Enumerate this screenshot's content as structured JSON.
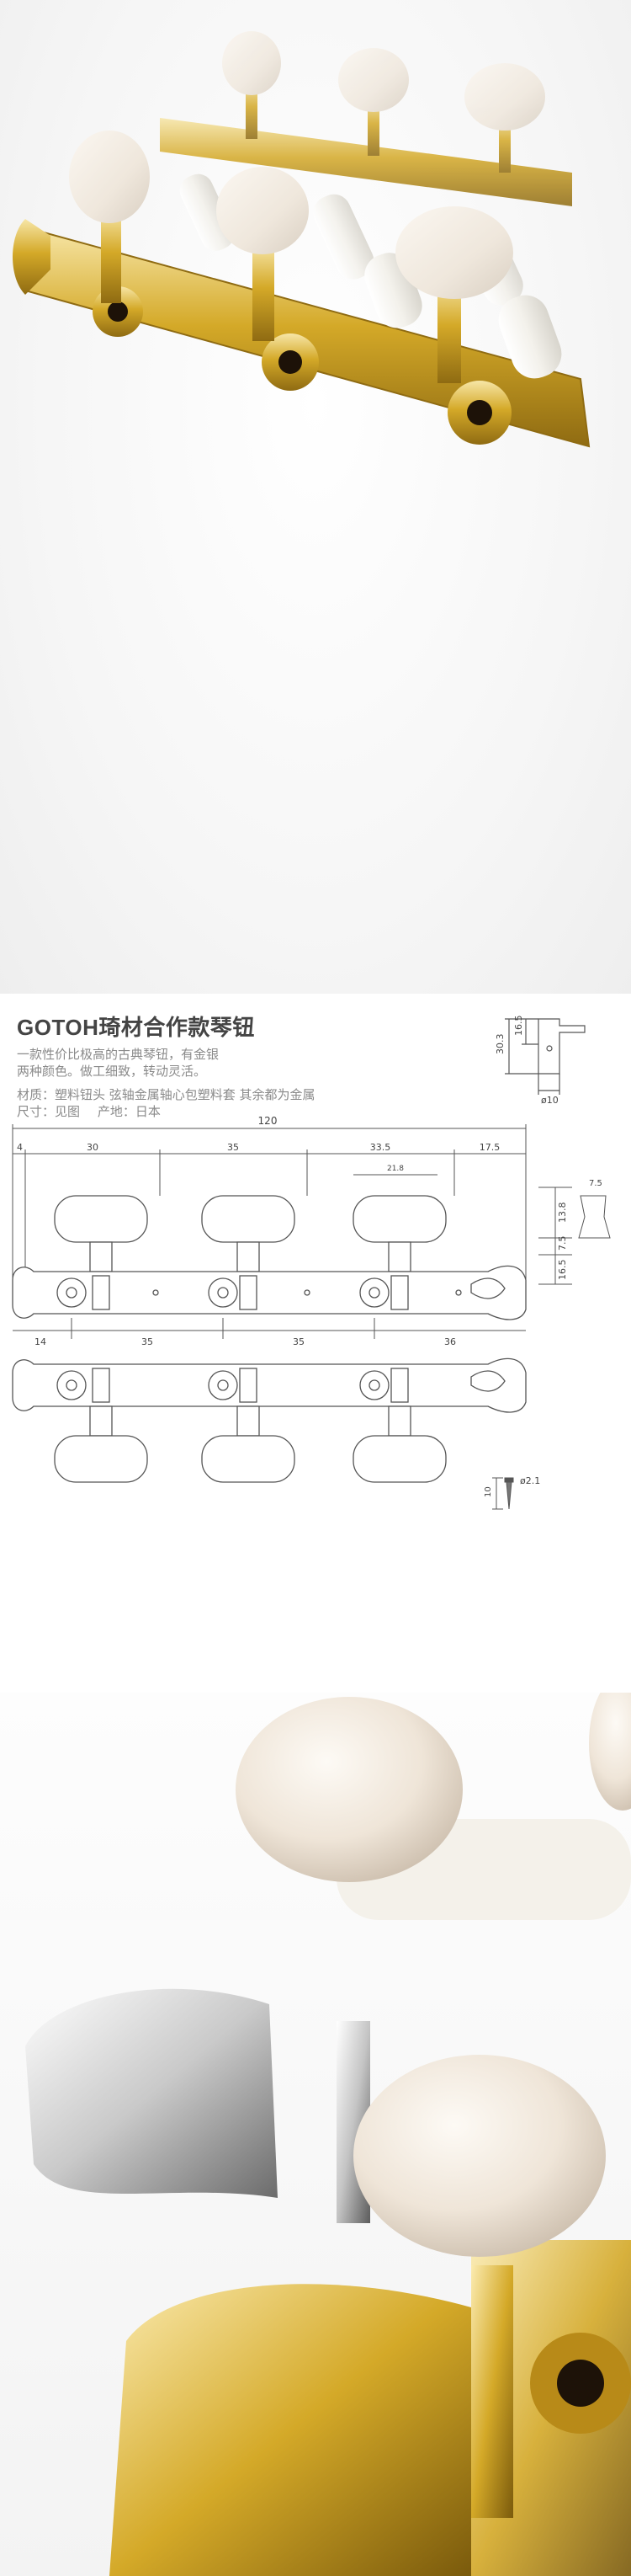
{
  "product": {
    "title": "GOTOH琦材合作款琴钮",
    "description": [
      "一款性价比极高的古典琴钮，有金银",
      "两种颜色。做工细致，转动灵活。"
    ],
    "material_label": "材质：",
    "material_value": "塑料钮头  弦轴金属轴心包塑料套  其余都为金属",
    "size_label": "尺寸：",
    "size_value": "见图",
    "origin_label": "产地：",
    "origin_value": "日本"
  },
  "side_diagram": {
    "dim_height_total": "30.3",
    "dim_height_upper": "16.5",
    "dim_diameter": "ø10"
  },
  "top_dims": {
    "total_length": "120",
    "seg_a": "4",
    "seg_b": "30",
    "seg_c": "35",
    "seg_d": "33.5",
    "seg_e": "17.5",
    "button_width": "21.8",
    "button_height": "13.8",
    "button_thickness": "7.5",
    "shaft_gap": "7.5",
    "plate_height": "16.5"
  },
  "bottom_dims": {
    "seg_1": "14",
    "seg_2": "35",
    "seg_3": "35",
    "seg_4": "36"
  },
  "screw": {
    "length": "10",
    "diameter": "ø2.1"
  },
  "colors": {
    "gold": "#d4a928",
    "silver": "#c8c8c8",
    "ivory": "#f2ece3",
    "plastic": "#f5f3ee"
  }
}
